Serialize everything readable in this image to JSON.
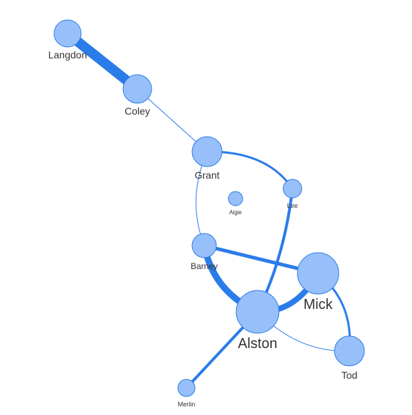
{
  "graph": {
    "node_color": "#97BFF9",
    "node_stroke": "#2B7CE9",
    "edge_color": "#2B7CE9",
    "label_color": "#333333",
    "nodes": [
      {
        "id": "langdon",
        "label": "Langdon"
      },
      {
        "id": "coley",
        "label": "Coley"
      },
      {
        "id": "grant",
        "label": "Grant"
      },
      {
        "id": "algie",
        "label": "Algie"
      },
      {
        "id": "lee",
        "label": "Lee"
      },
      {
        "id": "barney",
        "label": "Barney"
      },
      {
        "id": "mick",
        "label": "Mick"
      },
      {
        "id": "alston",
        "label": "Alston"
      },
      {
        "id": "tod",
        "label": "Tod"
      },
      {
        "id": "merlin",
        "label": "Merlin"
      }
    ],
    "edges": [
      {
        "from": "langdon",
        "to": "coley"
      },
      {
        "from": "coley",
        "to": "grant"
      },
      {
        "from": "grant",
        "to": "lee"
      },
      {
        "from": "grant",
        "to": "barney"
      },
      {
        "from": "lee",
        "to": "alston"
      },
      {
        "from": "barney",
        "to": "mick"
      },
      {
        "from": "barney",
        "to": "alston"
      },
      {
        "from": "alston",
        "to": "mick"
      },
      {
        "from": "mick",
        "to": "tod"
      },
      {
        "from": "alston",
        "to": "tod"
      },
      {
        "from": "alston",
        "to": "merlin"
      }
    ]
  }
}
